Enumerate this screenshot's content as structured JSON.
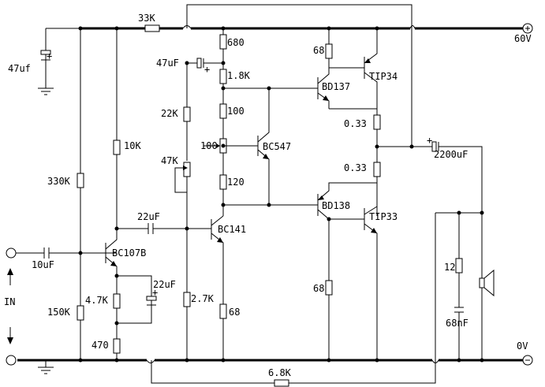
{
  "rails": {
    "positive_label": "60V",
    "ground_label": "0V",
    "positive_terminal_icon": "circle-plus-icon",
    "ground_terminal_icon": "circle-minus-icon"
  },
  "input": {
    "label": "IN",
    "arrow_up_icon": "arrow-up-icon",
    "arrow_down_icon": "arrow-down-icon"
  },
  "components": {
    "r_33k": "33K",
    "r_330k": "330K",
    "r_150k": "150K",
    "r_10k": "10K",
    "r_4k7": "4.7K",
    "r_470": "470",
    "r_680": "680",
    "r_1k8": "1.8K",
    "r_22k": "22K",
    "r_47k": "47K",
    "r_2k7": "2.7K",
    "r_100": "100",
    "r_100_pot": "100",
    "r_120": "120",
    "r_68_top": "68",
    "r_68_bottom": "68",
    "r_68_emitter": "68",
    "r_033_top": "0.33",
    "r_033_bottom": "0.33",
    "r_6k8": "6.8K",
    "r_12": "12",
    "c_47uf_left": "47uf",
    "c_47uf_top": "47uF",
    "c_10uf": "10uF",
    "c_22uf_mid": "22uF",
    "c_22uf_low": "22uF",
    "c_2200uf": "2200uF",
    "c_68nf": "68nF",
    "q_bc107b": "BC107B",
    "q_bc141": "BC141",
    "q_bc547": "BC547",
    "q_bd137": "BD137",
    "q_bd138": "BD138",
    "q_tip34": "TIP34",
    "q_tip33": "TIP33"
  },
  "icons": {
    "speaker": "speaker-icon",
    "ground": "ground-icon",
    "polarity": "plus-sign"
  }
}
